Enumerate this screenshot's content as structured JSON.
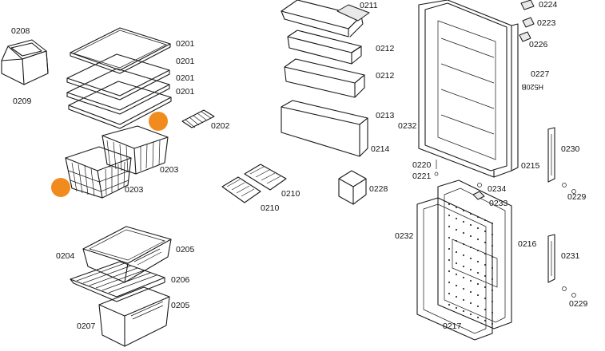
{
  "markers": {
    "color": "#f28b1e"
  },
  "labels": {
    "l0208": "0208",
    "l0209": "0209",
    "l0201a": "0201",
    "l0201b": "0201",
    "l0201c": "0201",
    "l0201d": "0201",
    "l0202": "0202",
    "l0203a": "0203",
    "l0203b": "0203",
    "l0204": "0204",
    "l0205a": "0205",
    "l0206": "0206",
    "l0205b": "0205",
    "l0207": "0207",
    "l0210a": "0210",
    "l0210b": "0210",
    "l0211": "0211",
    "l0212a": "0212",
    "l0212b": "0212",
    "l0213": "0213",
    "l0214": "0214",
    "l0228": "0228",
    "l0232a": "0232",
    "l0232b": "0232",
    "l0220": "0220",
    "l0221": "0221",
    "l0234": "0234",
    "l0233": "0233",
    "l0224": "0224",
    "l0223": "0223",
    "l0226": "0226",
    "l0227": "0227",
    "l0230": "0230",
    "l0215": "0215",
    "l0229a": "0229",
    "l0216": "0216",
    "l0231": "0231",
    "l0229b": "0229",
    "l0217": "0217",
    "stamp": "H520B"
  }
}
